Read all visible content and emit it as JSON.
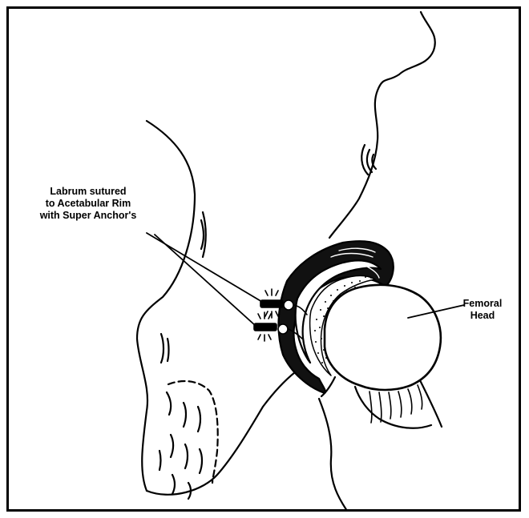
{
  "labels": {
    "labrum": [
      "Labrum sutured",
      "to Acetabular Rim",
      "with Super Anchor's"
    ],
    "femoral": [
      "Femoral",
      "Head"
    ]
  }
}
